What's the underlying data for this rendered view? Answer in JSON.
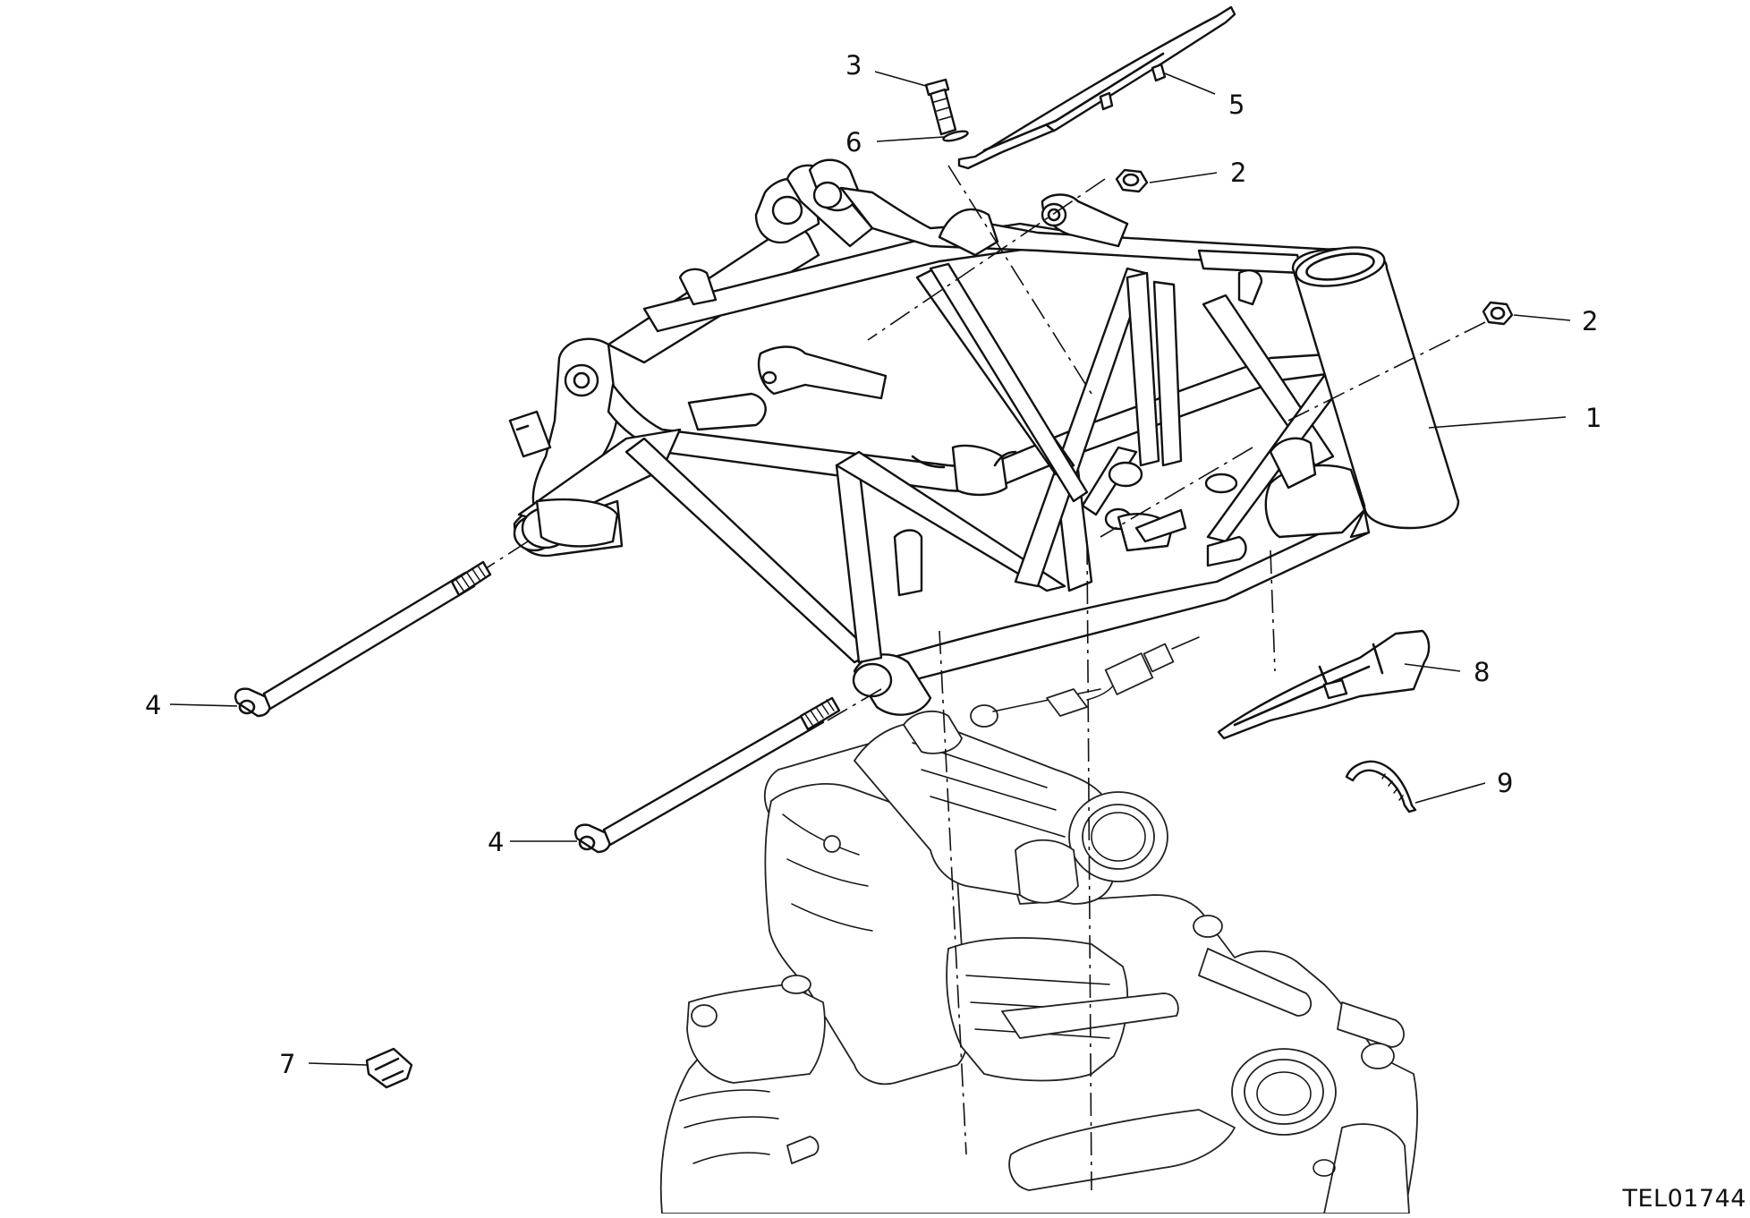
{
  "callouts": [
    {
      "label": "1"
    },
    {
      "label": "2"
    },
    {
      "label": "2"
    },
    {
      "label": "3"
    },
    {
      "label": "4"
    },
    {
      "label": "4"
    },
    {
      "label": "5"
    },
    {
      "label": "6"
    },
    {
      "label": "7"
    },
    {
      "label": "8"
    },
    {
      "label": "9"
    }
  ],
  "drawing_code": "TEL01744"
}
